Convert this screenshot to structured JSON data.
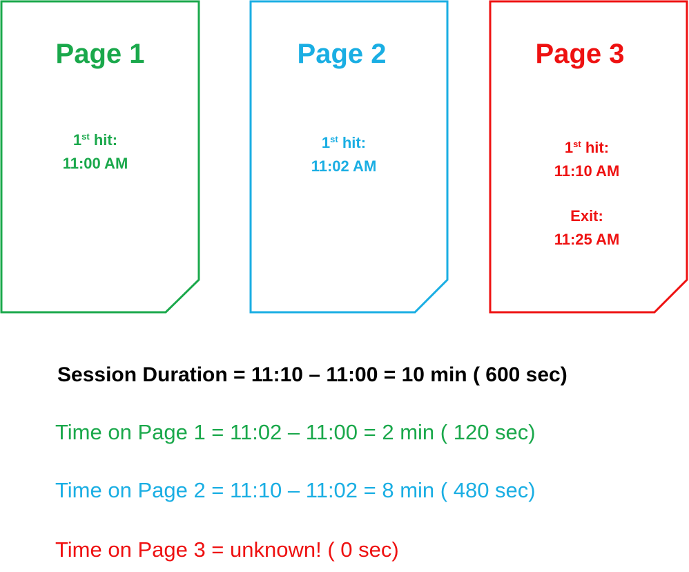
{
  "colors": {
    "page1": "#1aa84b",
    "page2": "#1aaee3",
    "page3": "#ee1111",
    "text": "#000000"
  },
  "pages": [
    {
      "title": "Page 1",
      "first_hit_prefix": "1",
      "first_hit_sup": "st",
      "first_hit_suffix": " hit:",
      "first_hit_time": "11:00 AM"
    },
    {
      "title": "Page 2",
      "first_hit_prefix": "1",
      "first_hit_sup": "st",
      "first_hit_suffix": " hit:",
      "first_hit_time": "11:02 AM"
    },
    {
      "title": "Page 3",
      "first_hit_prefix": "1",
      "first_hit_sup": "st",
      "first_hit_suffix": " hit:",
      "first_hit_time": "11:10 AM",
      "exit_label": "Exit:",
      "exit_time": "11:25 AM"
    }
  ],
  "equations": {
    "session": "Session Duration = 11:10 – 11:00 = 10 min ( 600 sec)",
    "page1": "Time on Page 1 = 11:02 – 11:00 = 2 min ( 120 sec)",
    "page2": "Time on Page 2 = 11:10 – 11:02 = 8 min ( 480 sec)",
    "page3": "Time on Page 3 = unknown! ( 0 sec)"
  }
}
